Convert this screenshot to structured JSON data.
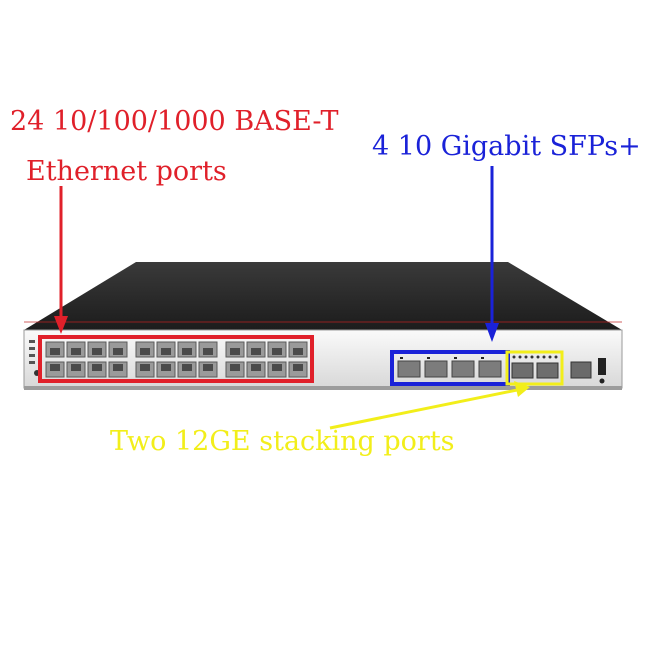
{
  "annotations": {
    "ethernet_line1": "24 10/100/1000 BASE-T",
    "ethernet_line2": "Ethernet ports",
    "sfp": "4 10 Gigabit SFPs+",
    "stacking": "Two 12GE stacking ports"
  },
  "colors": {
    "ethernet": "#e0202a",
    "sfp": "#1a22d8",
    "stacking": "#f2ee1a",
    "chassis_top": "#2a2a2a",
    "chassis_front": "#f2f2f2"
  },
  "device": {
    "ethernet_groups": 3,
    "ports_per_group": 8,
    "sfp_ports": 4,
    "stacking_ports": 2
  }
}
